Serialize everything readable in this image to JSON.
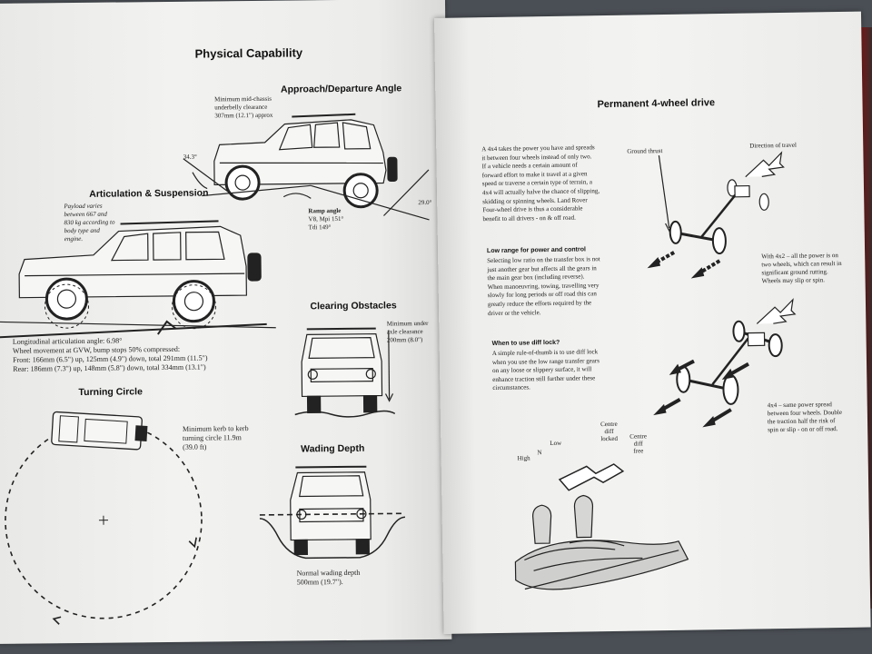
{
  "left_page": {
    "title": "Physical Capability",
    "approach": {
      "heading": "Approach/Departure Angle",
      "clearance_lines": [
        "Minimum mid-chassis",
        "underbelly clearance",
        "307mm (12.1\") approx"
      ],
      "angle_front": "34.3°",
      "angle_rear": "29.0°",
      "ramp_lines": [
        "Ramp angle",
        "V8, Mpi 151°",
        "Tdi 149°"
      ]
    },
    "articulation": {
      "heading": "Articulation & Suspension",
      "payload_lines": [
        "Payload varies",
        "between 667 and",
        "830 kg according to",
        "body type and",
        "engine."
      ],
      "spec_lines": [
        "Longitudinal articulation angle: 6.98°",
        "Wheel movement at GVW, bump stops 50% compressed:",
        "Front: 166mm (6.5\") up, 125mm (4.9\") down, total 291mm (11.5\")",
        "Rear: 186mm (7.3\") up, 148mm (5.8\") down, total 334mm (13.1\")"
      ]
    },
    "obstacles": {
      "heading": "Clearing Obstacles",
      "note_lines": [
        "Minimum under",
        "axle clearance",
        "200mm (8.0\")"
      ]
    },
    "turning": {
      "heading": "Turning Circle",
      "note_lines": [
        "Minimum kerb to kerb",
        "turning circle 11.9m",
        "(39.0 ft)"
      ]
    },
    "wading": {
      "heading": "Wading Depth",
      "note_lines": [
        "Normal wading depth",
        "500mm (19.7\")."
      ]
    }
  },
  "right_page": {
    "title": "Permanent 4-wheel drive",
    "intro_lines": [
      "A 4x4 takes the power you have and spreads",
      "it between four wheels instead of only two.",
      "If a vehicle needs a certain amount of",
      "forward effort to make it travel at a given",
      "speed or traverse a certain type of terrain, a",
      "4x4 will actually halve the chance of slipping,",
      "skidding or spinning wheels. Land Rover",
      "Four-wheel drive is thus a considerable",
      "benefit to all drivers - on & off road."
    ],
    "low_range": {
      "heading": "Low range for power and control",
      "lines": [
        "Selecting low ratio on the transfer box is not",
        "just another gear but affects all the gears in",
        "the main gear box (including reverse).",
        "When manoeuvring, towing, travelling very",
        "slowly for long periods or off road this can",
        "greatly reduce the efforts required by the",
        "driver or the vehicle."
      ]
    },
    "diff_lock": {
      "heading": "When to use diff lock?",
      "lines": [
        "A simple rule-of-thumb is to use diff lock",
        "when you use the low range transfer gears",
        "on any loose or slippery surface, it will",
        "enhance traction still further under these",
        "circumstances."
      ]
    },
    "drive_diagram": {
      "label_thrust": "Ground thrust",
      "label_direction": "Direction of travel",
      "twowd_lines": [
        "With 4x2 – all the power is on",
        "two wheels, which can result in",
        "significant ground rutting.",
        "Wheels may slip or spin."
      ],
      "fourwd_lines": [
        "4x4 – same power spread",
        "between four wheels. Double",
        "the traction half the risk of",
        "spin or slip - on or off road."
      ]
    },
    "gear_labels": {
      "high": "High",
      "low": "Low",
      "n": "N",
      "centre_locked": [
        "Centre",
        "diff",
        "locked"
      ],
      "centre_free": [
        "Centre",
        "diff",
        "free"
      ]
    }
  }
}
